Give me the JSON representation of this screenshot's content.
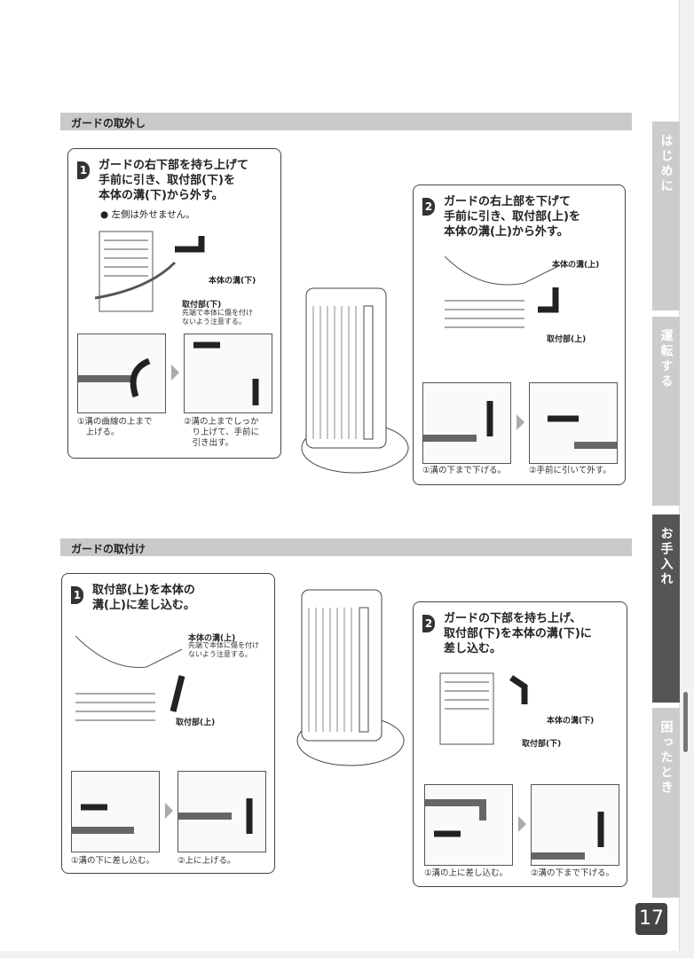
{
  "removal": {
    "header": "ガードの取外し",
    "step1": {
      "num": "1",
      "title": "ガードの右下部を持ち上げて\n手前に引き、取付部(下)を\n本体の溝(下)から外す。",
      "note": "● 左側は外せません。",
      "label_groove": "本体の溝(下)",
      "label_mount": "取付部(下)",
      "caution": "先端で本体に傷を付け\nないよう注意する。",
      "cap1": "①溝の曲線の上まで\n　上げる。",
      "cap2": "②溝の上までしっか\n　り上げて、手前に\n　引き出す。"
    },
    "step2": {
      "num": "2",
      "title": "ガードの右上部を下げて\n手前に引き、取付部(上)を\n本体の溝(上)から外す。",
      "label_groove": "本体の溝(上)",
      "label_mount": "取付部(上)",
      "cap1": "①溝の下まで下げる。",
      "cap2": "②手前に引いて外す。"
    }
  },
  "install": {
    "header": "ガードの取付け",
    "step1": {
      "num": "1",
      "title": "取付部(上)を本体の\n溝(上)に差し込む。",
      "label_groove": "本体の溝(上)",
      "caution": "先端で本体に傷を付け\nないよう注意する。",
      "label_mount": "取付部(上)",
      "cap1": "①溝の下に差し込む。",
      "cap2": "②上に上げる。"
    },
    "step2": {
      "num": "2",
      "title": "ガードの下部を持ち上げ、\n取付部(下)を本体の溝(下)に\n差し込む。",
      "label_groove": "本体の溝(下)",
      "label_mount": "取付部(下)",
      "cap1": "①溝の上に差し込む。",
      "cap2": "②溝の下まで下げる。"
    }
  },
  "tabs": [
    {
      "label": "はじめに",
      "active": false
    },
    {
      "label": "運転する",
      "active": false
    },
    {
      "label": "お手入れ",
      "active": true
    },
    {
      "label": "困ったとき",
      "active": false
    }
  ],
  "page_number": "17"
}
